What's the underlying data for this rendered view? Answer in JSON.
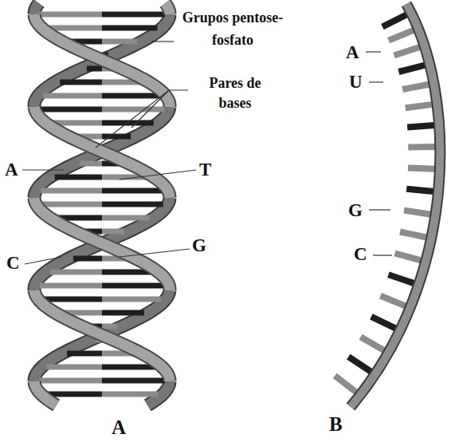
{
  "diagram": {
    "labels": [
      "Grupos pentose-fosfato",
      "Pares de bases",
      "A",
      "T",
      "C",
      "G",
      "A",
      "U",
      "G",
      "C",
      "A",
      "B"
    ]
  }
}
